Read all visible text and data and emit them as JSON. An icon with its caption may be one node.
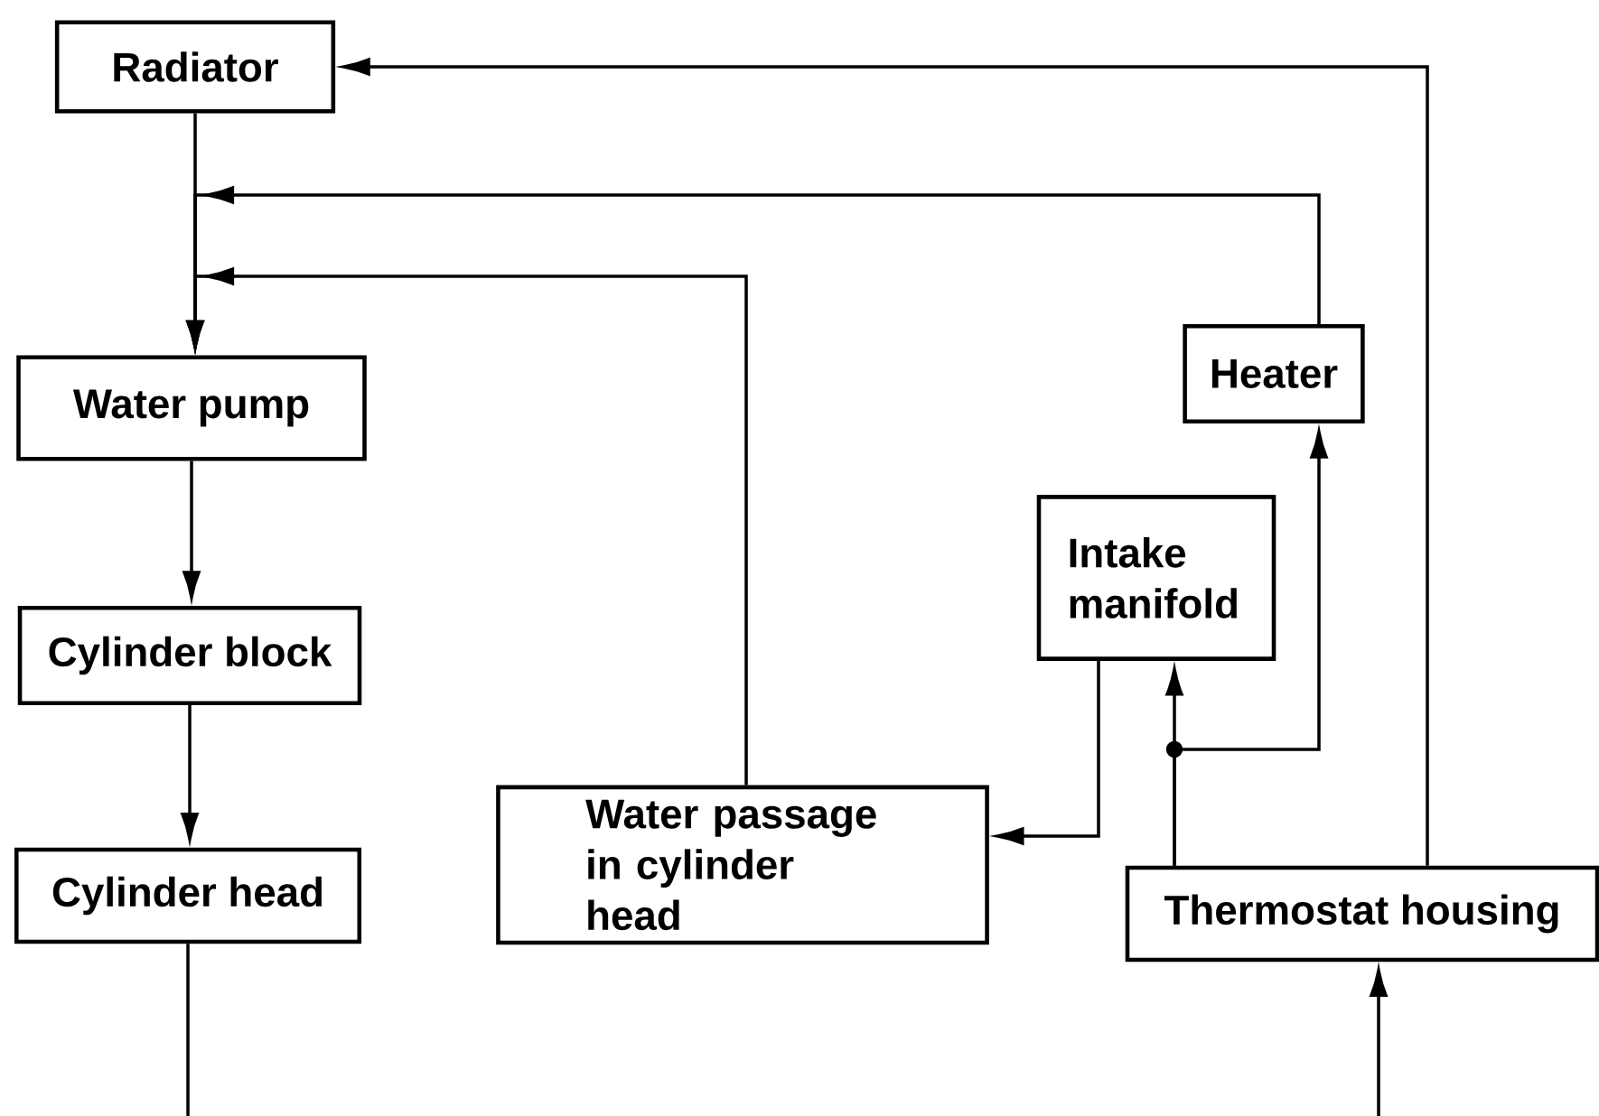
{
  "diagram": {
    "nodes": [
      {
        "text": [
          "Radiator"
        ]
      },
      {
        "text": [
          "Water pump"
        ]
      },
      {
        "text": [
          "Cylinder block"
        ]
      },
      {
        "text": [
          "Cylinder head"
        ]
      },
      {
        "text": [
          "Water passage in cylinder head"
        ]
      },
      {
        "text": [
          "Intake manifold"
        ]
      },
      {
        "text": [
          "Heater"
        ]
      },
      {
        "text": [
          "Thermostat housing"
        ]
      }
    ],
    "edges": [
      {
        "from": 0,
        "to": 1,
        "arrow": "to"
      },
      {
        "from": 1,
        "to": 2,
        "arrow": "to"
      },
      {
        "from": 2,
        "to": 3,
        "arrow": "to"
      },
      {
        "from": 3,
        "to": null,
        "arrow": "none"
      },
      {
        "from": null,
        "to": 7,
        "arrow": "to"
      },
      {
        "from": 7,
        "to": 0,
        "arrow": "to"
      },
      {
        "from": 6,
        "to": 1,
        "arrow": "to"
      },
      {
        "from": 4,
        "to": 1,
        "arrow": "to"
      },
      {
        "from": 5,
        "to": 4,
        "arrow": "to"
      },
      {
        "from": 7,
        "to": 5,
        "arrow": "to"
      },
      {
        "from": 7,
        "to": 6,
        "arrow": "to"
      }
    ]
  }
}
